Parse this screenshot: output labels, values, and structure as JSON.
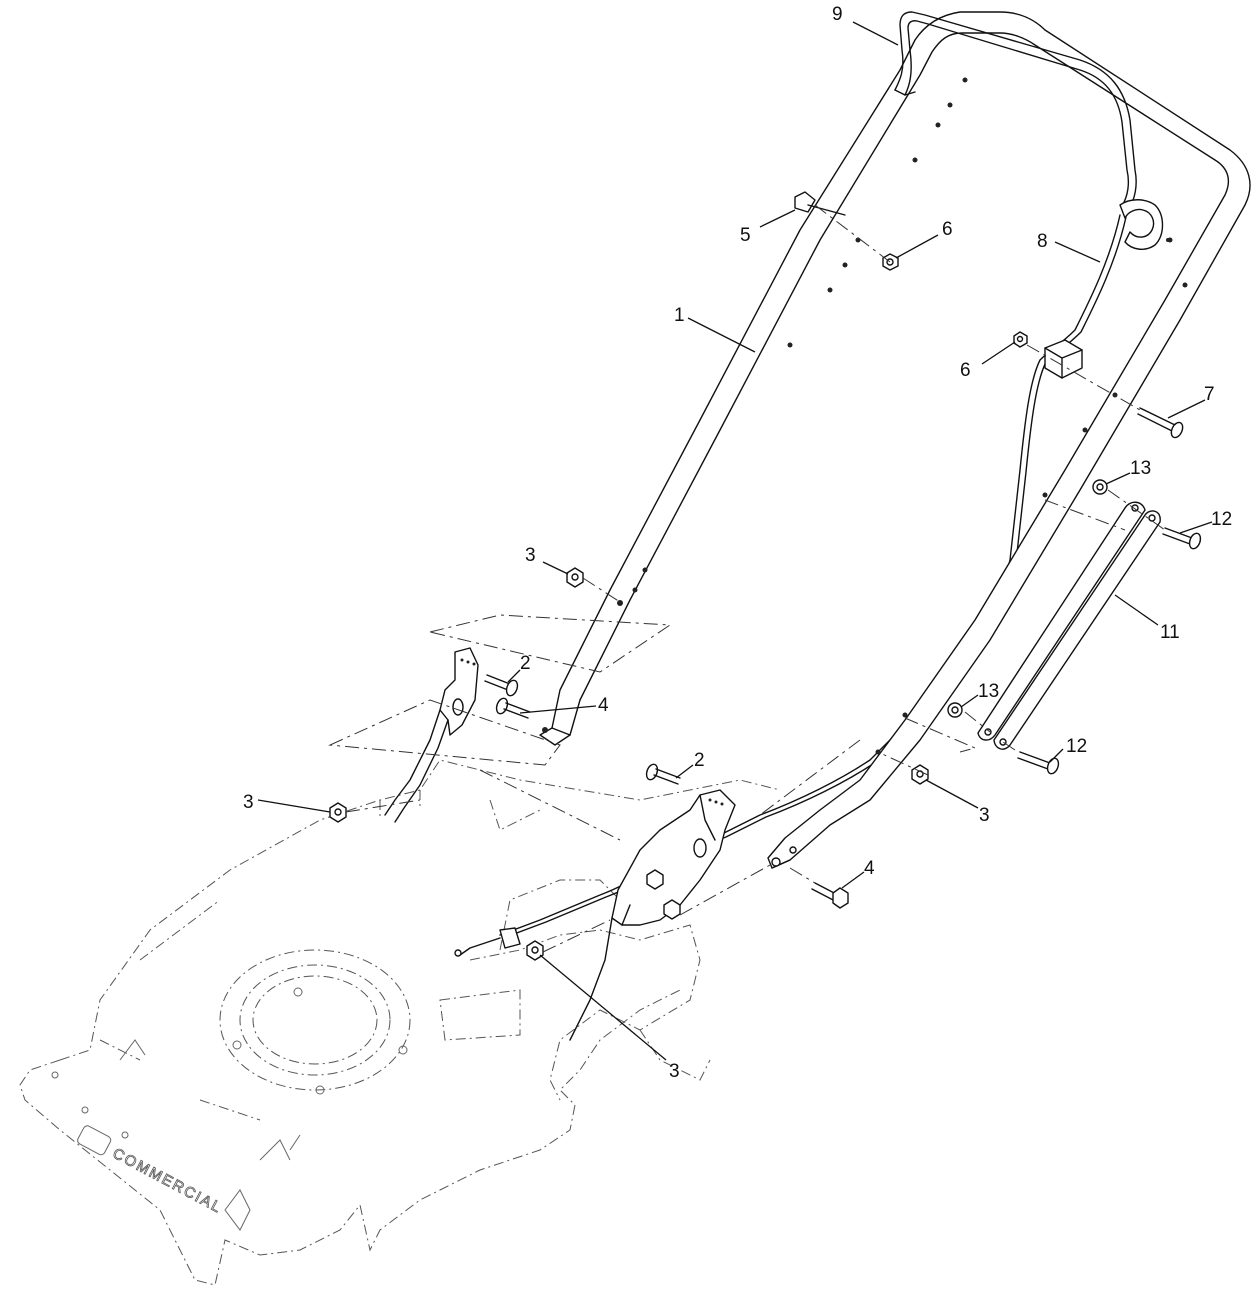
{
  "diagram": {
    "callouts": [
      {
        "id": "c9",
        "label": "9"
      },
      {
        "id": "c5",
        "label": "5"
      },
      {
        "id": "c6a",
        "label": "6"
      },
      {
        "id": "c8",
        "label": "8"
      },
      {
        "id": "c1",
        "label": "1"
      },
      {
        "id": "c6b",
        "label": "6"
      },
      {
        "id": "c7",
        "label": "7"
      },
      {
        "id": "c13a",
        "label": "13"
      },
      {
        "id": "c12a",
        "label": "12"
      },
      {
        "id": "c11",
        "label": "11"
      },
      {
        "id": "c3a",
        "label": "3"
      },
      {
        "id": "c2a",
        "label": "2"
      },
      {
        "id": "c4a",
        "label": "4"
      },
      {
        "id": "c13b",
        "label": "13"
      },
      {
        "id": "c12b",
        "label": "12"
      },
      {
        "id": "c2b",
        "label": "2"
      },
      {
        "id": "c3b",
        "label": "3"
      },
      {
        "id": "c3c",
        "label": "3"
      },
      {
        "id": "c4b",
        "label": "4"
      },
      {
        "id": "c3d",
        "label": "3"
      }
    ],
    "deck_brand_text": "COMMERCIAL"
  }
}
